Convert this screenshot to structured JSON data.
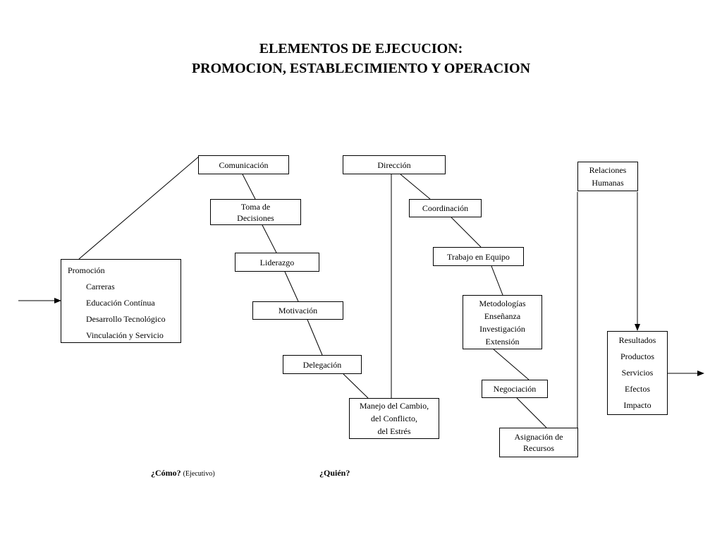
{
  "title": {
    "line1": "ELEMENTOS DE EJECUCION:",
    "line2": "PROMOCION, ESTABLECIMIENTO Y OPERACION"
  },
  "nodes": {
    "promocion": {
      "heading": "Promoción",
      "items": [
        "Carreras",
        "Educación Contínua",
        "Desarrollo Tecnológico",
        "Vinculación y Servicio"
      ]
    },
    "comunicacion": {
      "lines": [
        "Comunicación"
      ]
    },
    "toma_decisiones": {
      "lines": [
        "Toma de",
        "Decisiones"
      ]
    },
    "liderazgo": {
      "lines": [
        "Liderazgo"
      ]
    },
    "motivacion": {
      "lines": [
        "Motivación"
      ]
    },
    "delegacion": {
      "lines": [
        "Delegación"
      ]
    },
    "manejo_cambio": {
      "lines": [
        "Manejo del Cambio,",
        "del Conflicto,",
        "del Estrés"
      ]
    },
    "direccion": {
      "lines": [
        "Dirección"
      ]
    },
    "coordinacion": {
      "lines": [
        "Coordinación"
      ]
    },
    "trabajo_equipo": {
      "lines": [
        "Trabajo en Equipo"
      ]
    },
    "metodologias": {
      "lines": [
        "Metodologías",
        "Enseñanza",
        "Investigación",
        "Extensión"
      ]
    },
    "negociacion": {
      "lines": [
        "Negociación"
      ]
    },
    "asignacion": {
      "lines": [
        "Asignación de",
        "Recursos"
      ]
    },
    "relaciones": {
      "lines": [
        "Relaciones",
        "Humanas"
      ]
    },
    "resultados": {
      "lines": [
        "Resultados",
        "Productos",
        "Servicios",
        "Efectos",
        "Impacto"
      ]
    }
  },
  "labels": {
    "como": "¿Cómo?",
    "como_note": "(Ejecutivo)",
    "quien": "¿Quién?"
  }
}
